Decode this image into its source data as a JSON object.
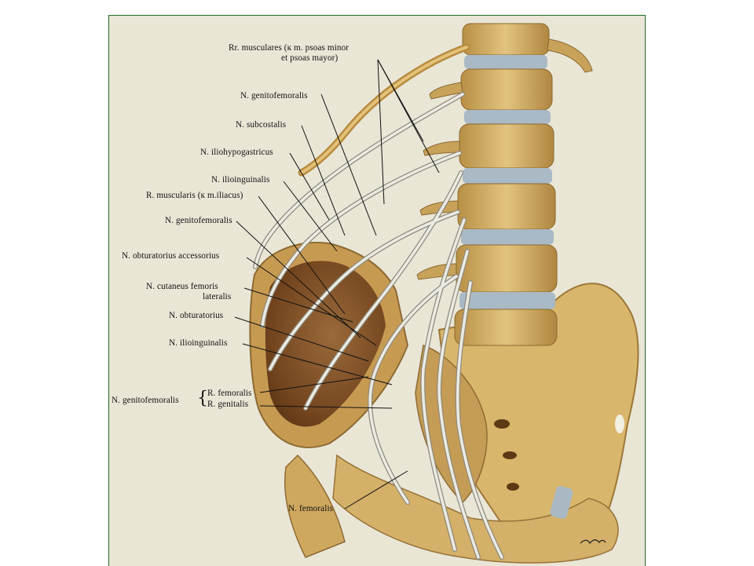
{
  "diagram": {
    "labels": {
      "rr_musculares_line1": "Rr. musculares (к m. psoas minor",
      "rr_musculares_line2": "et psoas mayor)",
      "n_genitofemoralis_top": "N. genitofemoralis",
      "n_subcostalis": "N. subcostalis",
      "n_iliohypogastricus": "N. iliohypogastricus",
      "n_ilioinguinalis_top": "N. ilioinguinalis",
      "r_muscularis": "R. muscularis (к m.iliacus)",
      "n_genitofemoralis_mid": "N. genitofemoralis",
      "n_obturatorius_accessorius": "N. obturatorius accessorius",
      "n_cutaneus_line1": "N. cutaneus  femoris",
      "n_cutaneus_line2": "lateralis",
      "n_obturatorius": "N. obturatorius",
      "n_ilioinguinalis_low": "N. ilioinguinalis",
      "n_genitofemoralis_branch": "N. genitofemoralis",
      "r_femoralis": "R. femoralis",
      "r_genitalis": "R. genitalis",
      "n_femoralis": "N. femoralis"
    },
    "colors": {
      "background": "#e9e6d6",
      "bone": "#d6b46a",
      "bone_dark": "#a9813b",
      "disc": "#a9b9c6",
      "muscle": "#8a5a2e",
      "nerve": "#e7e5dc",
      "leader": "#111111",
      "frame_border": "#1f6b2a"
    }
  }
}
